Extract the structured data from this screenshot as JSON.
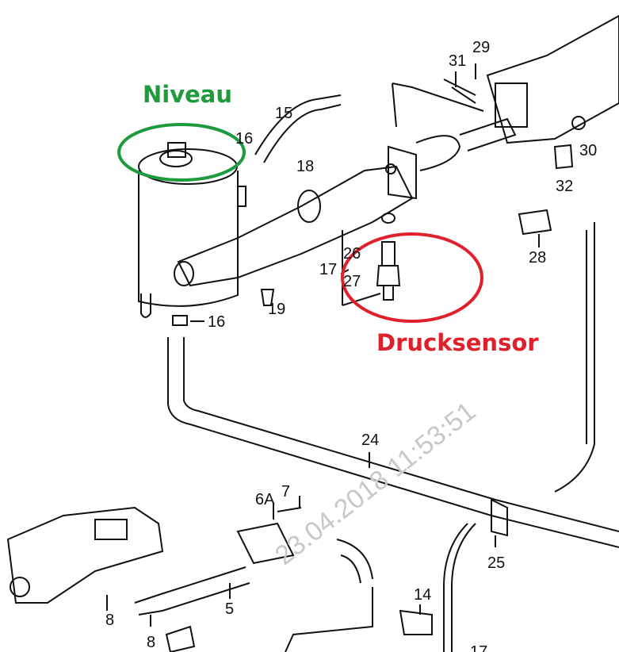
{
  "annotations": {
    "niveau": {
      "text": "Niveau",
      "color": "#1e9b3c"
    },
    "drucksensor": {
      "text": "Drucksensor",
      "color": "#e0202a"
    }
  },
  "watermark": "23.04.2018 11:53:51",
  "part_labels": [
    "15",
    "16",
    "18",
    "17",
    "26",
    "27",
    "19",
    "16",
    "24",
    "31",
    "29",
    "30",
    "32",
    "28",
    "25",
    "6A",
    "7",
    "5",
    "8",
    "8",
    "14",
    "17"
  ]
}
